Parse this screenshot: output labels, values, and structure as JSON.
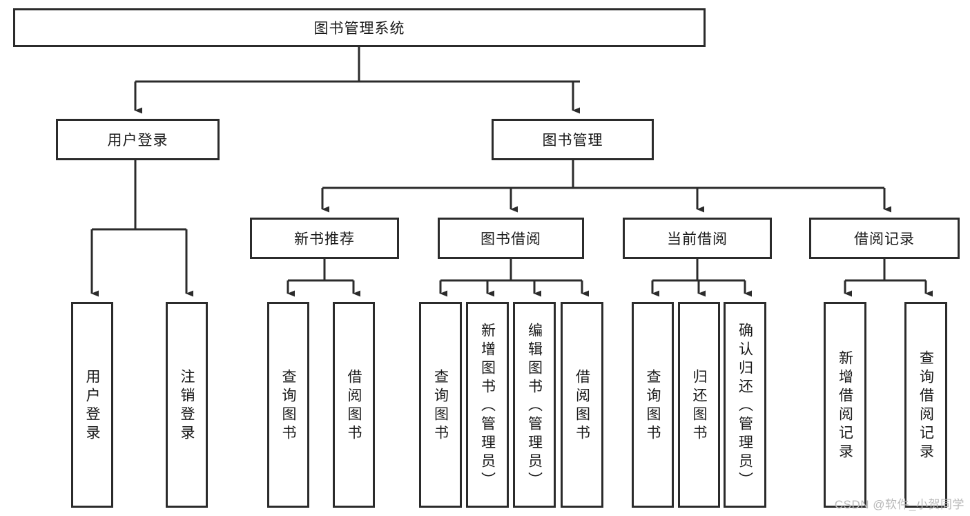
{
  "diagram": {
    "type": "tree-hierarchy-chart",
    "title": "图书管理系统",
    "colors": {
      "stroke": "#2b2b2b",
      "fill": "#ffffff",
      "text": "#1a1a1a",
      "watermark": "#b9b9b9"
    },
    "nodes": {
      "root": {
        "label": "图书管理系统",
        "orientation": "horizontal"
      },
      "level1": [
        {
          "label": "用户登录",
          "orientation": "horizontal"
        },
        {
          "label": "图书管理",
          "orientation": "horizontal"
        }
      ],
      "level2": [
        {
          "label": "新书推荐",
          "orientation": "horizontal"
        },
        {
          "label": "图书借阅",
          "orientation": "horizontal"
        },
        {
          "label": "当前借阅",
          "orientation": "horizontal"
        },
        {
          "label": "借阅记录",
          "orientation": "horizontal"
        }
      ],
      "leaves": {
        "user_login": [
          {
            "label": "用户登录",
            "orientation": "vertical"
          },
          {
            "label": "注销登录",
            "orientation": "vertical"
          }
        ],
        "new_book_recommend": [
          {
            "label": "查询图书",
            "orientation": "vertical"
          },
          {
            "label": "借阅图书",
            "orientation": "vertical"
          }
        ],
        "book_borrow": [
          {
            "label": "查询图书",
            "orientation": "vertical"
          },
          {
            "label": "新增图书（管理员）",
            "orientation": "vertical"
          },
          {
            "label": "编辑图书（管理员）",
            "orientation": "vertical"
          },
          {
            "label": "借阅图书",
            "orientation": "vertical"
          }
        ],
        "current_borrow": [
          {
            "label": "查询图书",
            "orientation": "vertical"
          },
          {
            "label": "归还图书",
            "orientation": "vertical"
          },
          {
            "label": "确认归还（管理员）",
            "orientation": "vertical"
          }
        ],
        "borrow_record": [
          {
            "label": "新增借阅记录",
            "orientation": "vertical"
          },
          {
            "label": "查询借阅记录",
            "orientation": "vertical"
          }
        ]
      }
    },
    "watermark": "CSDN @软件_小贺同学"
  }
}
